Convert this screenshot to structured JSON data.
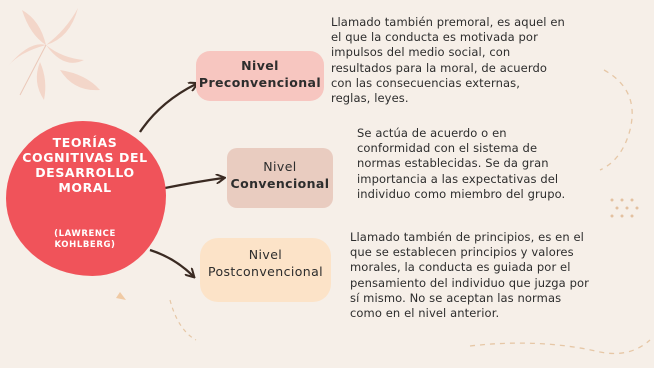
{
  "center": {
    "title_lines": [
      "TEORÍAS",
      "COGNITIVAS DEL",
      "DESARROLLO",
      "MORAL"
    ],
    "subtitle_lines": [
      "(LAWRENCE",
      "KOHLBERG)"
    ]
  },
  "levels": [
    {
      "label_lines": [
        "Nivel",
        "Preconvencional"
      ],
      "description_lines": [
        "Llamado también premoral, es aquel en",
        "el que la conducta es motivada por",
        "impulsos del medio social, con",
        "resultados para la moral,  de acuerdo",
        "con las consecuencias externas,",
        "reglas, leyes."
      ]
    },
    {
      "label_lines": [
        "Nivel",
        "Convencional"
      ],
      "description_lines": [
        "Se actúa de acuerdo o en",
        "conformidad con el sistema de",
        "normas establecidas. Se da gran",
        "importancia a las expectativas del",
        "individuo como miembro del grupo."
      ]
    },
    {
      "label_lines": [
        "Nivel",
        "Postconvencional"
      ],
      "description_lines": [
        "Llamado también de principios, es en el",
        "que se establecen principios y valores",
        "morales, la conducta es guiada por el",
        "pensamiento del individuo que juzga por",
        "sí mismo. No se aceptan las normas",
        "como en el nivel anterior."
      ]
    }
  ],
  "colors": {
    "background": "#f6efe8",
    "center_fill": "#f0535a",
    "level1_fill": "#f7c6c0",
    "level2_fill": "#e9ccc0",
    "level3_fill": "#fce3c8"
  }
}
